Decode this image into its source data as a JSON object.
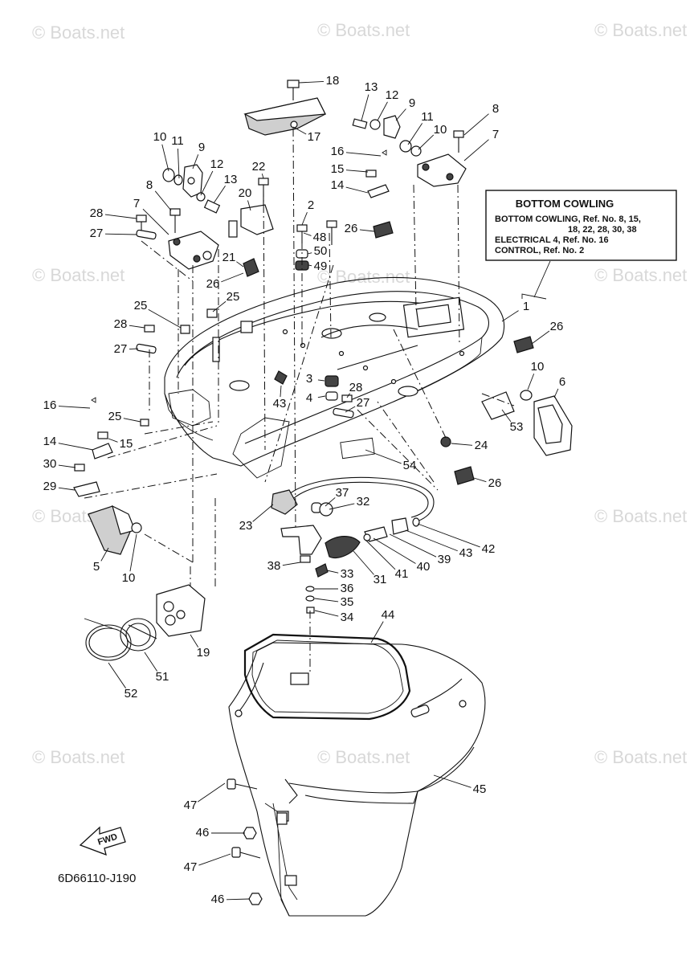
{
  "diagram_code": "6D66110-J190",
  "fwd_label": "FWD",
  "watermark": "© Boats.net",
  "ref_box": {
    "title": "BOTTOM COWLING",
    "lines": [
      "BOTTOM COWLING,  Ref. No. 8, 15,",
      "18,  22,  28,  30,  38",
      "ELECTRICAL 4,  Ref. No. 16",
      "CONTROL,  Ref. No. 2"
    ]
  },
  "labels": [
    "18",
    "17",
    "13",
    "12",
    "9",
    "11",
    "10",
    "8",
    "7",
    "16",
    "15",
    "14",
    "10",
    "11",
    "9",
    "12",
    "13",
    "22",
    "20",
    "8",
    "7",
    "28",
    "27",
    "21",
    "26",
    "2",
    "48",
    "50",
    "49",
    "26",
    "1",
    "26",
    "25",
    "25",
    "28",
    "27",
    "3",
    "4",
    "43",
    "28",
    "27",
    "10",
    "6",
    "53",
    "16",
    "25",
    "15",
    "14",
    "30",
    "29",
    "24",
    "54",
    "26",
    "37",
    "32",
    "23",
    "42",
    "43",
    "39",
    "40",
    "41",
    "31",
    "38",
    "33",
    "36",
    "35",
    "34",
    "5",
    "10",
    "19",
    "44",
    "52",
    "51",
    "45",
    "47",
    "46",
    "47",
    "46"
  ]
}
